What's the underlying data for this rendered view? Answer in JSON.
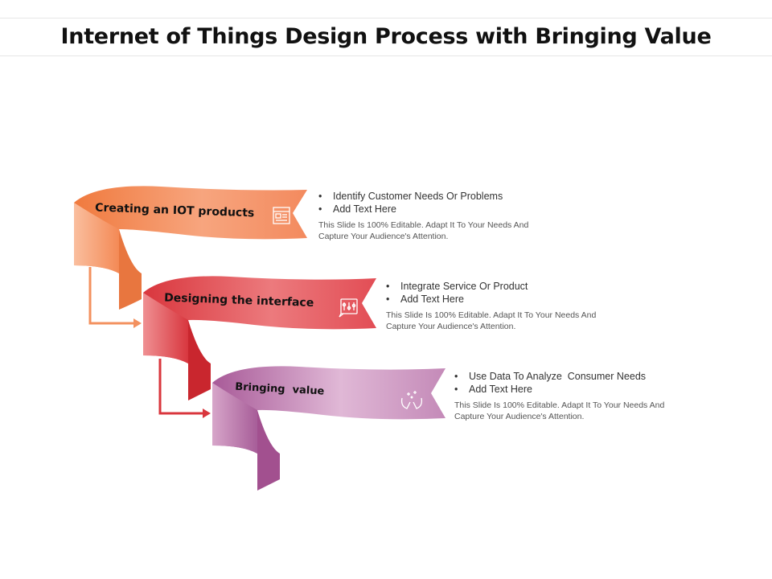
{
  "title": "Internet of Things Design Process with Bringing Value",
  "steps": [
    {
      "label": "Creating an IOT products",
      "icon": "browser-window-icon",
      "color_start": "#f5a276",
      "color_end": "#f07a46",
      "bullets": [
        "Identify Customer Needs Or Problems",
        "Add Text Here"
      ],
      "description": "This Slide Is 100% Editable. Adapt It To Your Needs And Capture Your Audience's Attention."
    },
    {
      "label": "Designing the interface",
      "icon": "interface-settings-icon",
      "color_start": "#e0494f",
      "color_end": "#f08080",
      "bullets": [
        "Integrate Service Or Product",
        "Add Text Here"
      ],
      "description": "This Slide Is 100% Editable. Adapt It To Your Needs And Capture Your Audience's Attention."
    },
    {
      "label": "Bringing  value",
      "icon": "hands-sparkle-icon",
      "color_start": "#b36aa3",
      "color_end": "#e2b4d4",
      "bullets": [
        "Use Data To Analyze  Consumer Needs",
        "Add Text Here"
      ],
      "description": "This Slide Is 100% Editable. Adapt It To Your Needs And Capture Your Audience's Attention."
    }
  ]
}
